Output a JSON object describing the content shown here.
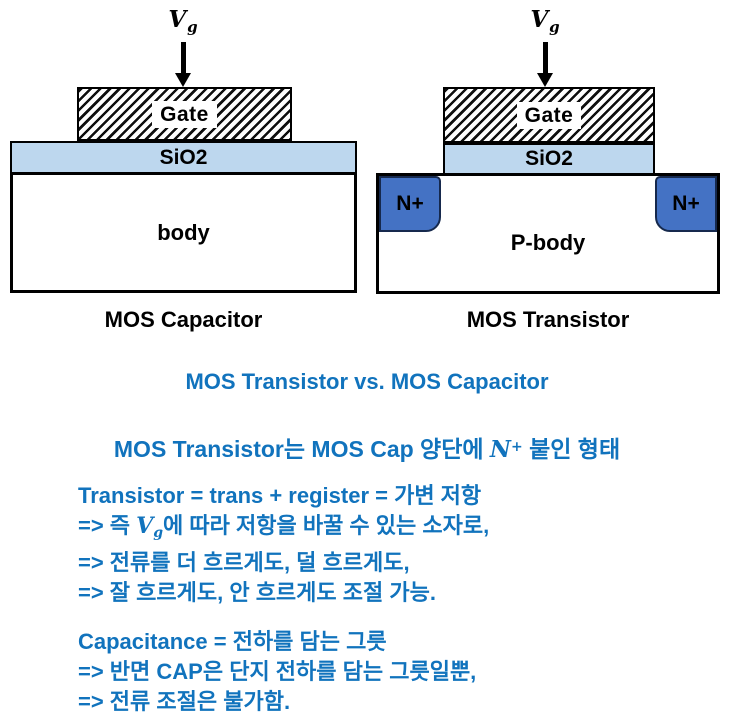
{
  "colors": {
    "text_blue": "#1173BD",
    "sio2_fill": "#BDD7EE",
    "nplus_fill": "#4472C4"
  },
  "capacitor": {
    "vg_main": "V",
    "vg_sub": "g",
    "gate_label": "Gate",
    "oxide_label": "SiO2",
    "body_label": "body",
    "caption": "MOS Capacitor"
  },
  "transistor": {
    "vg_main": "V",
    "vg_sub": "g",
    "gate_label": "Gate",
    "oxide_label": "SiO2",
    "body_label": "P-body",
    "nplus_left_label": "N+",
    "nplus_right_label": "N+",
    "caption": "MOS Transistor"
  },
  "headings": {
    "title": "MOS Transistor vs. MOS Capacitor",
    "subtitle_pre": "MOS Transistor는 MOS Cap 양단에 ",
    "subtitle_math_base": "N",
    "subtitle_math_sup": "+",
    "subtitle_post": " 붙인 형태"
  },
  "transistor_notes": {
    "line1": "Transistor = trans + register = 가변 저항",
    "line2_pre": "=> 즉 ",
    "line2_math_base": "V",
    "line2_math_sub": "g",
    "line2_post": "에 따라 저항을 바꿀 수 있는 소자로,",
    "line3": "=> 전류를 더 흐르게도, 덜 흐르게도,",
    "line4": "=> 잘 흐르게도, 안 흐르게도 조절 가능."
  },
  "capacitance_notes": {
    "line1": "Capacitance = 전하를 담는 그릇",
    "line2": "=> 반면 CAP은 단지 전하를 담는 그릇일뿐,",
    "line3": "=> 전류 조절은 불가함."
  }
}
